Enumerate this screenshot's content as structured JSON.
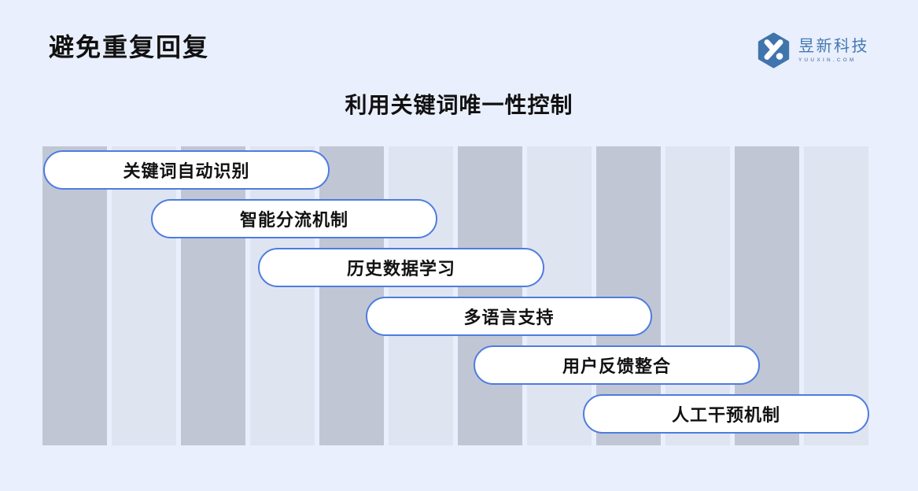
{
  "page": {
    "title": "避免重复回复",
    "subtitle": "利用关键词唯一性控制"
  },
  "logo": {
    "name": "昱新科技",
    "domain": "YUUXIN.COM",
    "icon": "hexagon-x-icon"
  },
  "pills": [
    {
      "label": "关键词自动识别"
    },
    {
      "label": "智能分流机制"
    },
    {
      "label": "历史数据学习"
    },
    {
      "label": "多语言支持"
    },
    {
      "label": "用户反馈整合"
    },
    {
      "label": "人工干预机制"
    }
  ],
  "stripes": {
    "count": 12,
    "first": "dark"
  },
  "theme": {
    "page_bg": "#E9EFFC",
    "stripe_dark": "#C0C6D4",
    "stripe_light": "#DFE4F1",
    "pill_border": "#4E7CE0",
    "pill_bg": "#FFFFFF",
    "text_color": "#111111",
    "logo_blue": "#4478B2"
  }
}
